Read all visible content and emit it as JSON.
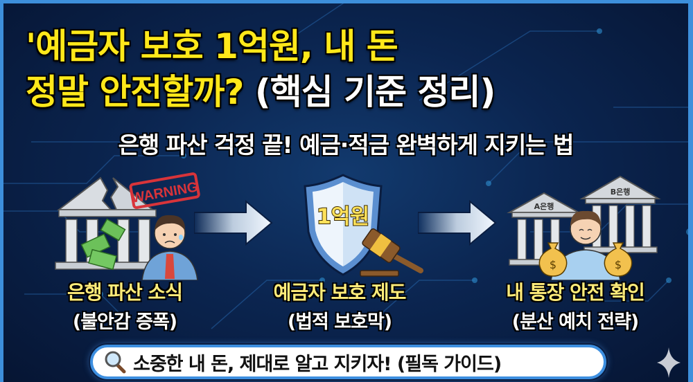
{
  "title": {
    "line1": "'예금자 보호 1억원, 내 돈",
    "line2_yellow": "정말 안전할까?",
    "line2_white": "(핵심 기준 정리)"
  },
  "subtitle": "은행 파산 걱정 끝! 예금·적금 완벽하게 지키는 법",
  "panels": [
    {
      "illustration": "cracked-bank-with-worried-man",
      "stamp": "WARNING",
      "caption": "은행 파산 소식",
      "sub_caption": "(불안감 증폭)"
    },
    {
      "illustration": "shield-with-gavel",
      "shield_label": "1억원",
      "caption": "예금자 보호 제도",
      "sub_caption": "(법적 보호막)"
    },
    {
      "illustration": "two-banks-man-with-money-bags",
      "bank_a": "A은행",
      "bank_b": "B은행",
      "money_symbol": "$",
      "caption": "내 통장 안전 확인",
      "sub_caption": "(분산 예치 전략)"
    }
  ],
  "banner": {
    "icon": "magnifier-icon",
    "text": "소중한 내 돈, 제대로 알고 지키자! (필독 가이드)"
  },
  "colors": {
    "frame": "#3d8fdb",
    "background": "#0b2550",
    "title_yellow": "#ffe81a",
    "caption_yellow": "#ffec7a",
    "warning_red": "#d8343a"
  }
}
